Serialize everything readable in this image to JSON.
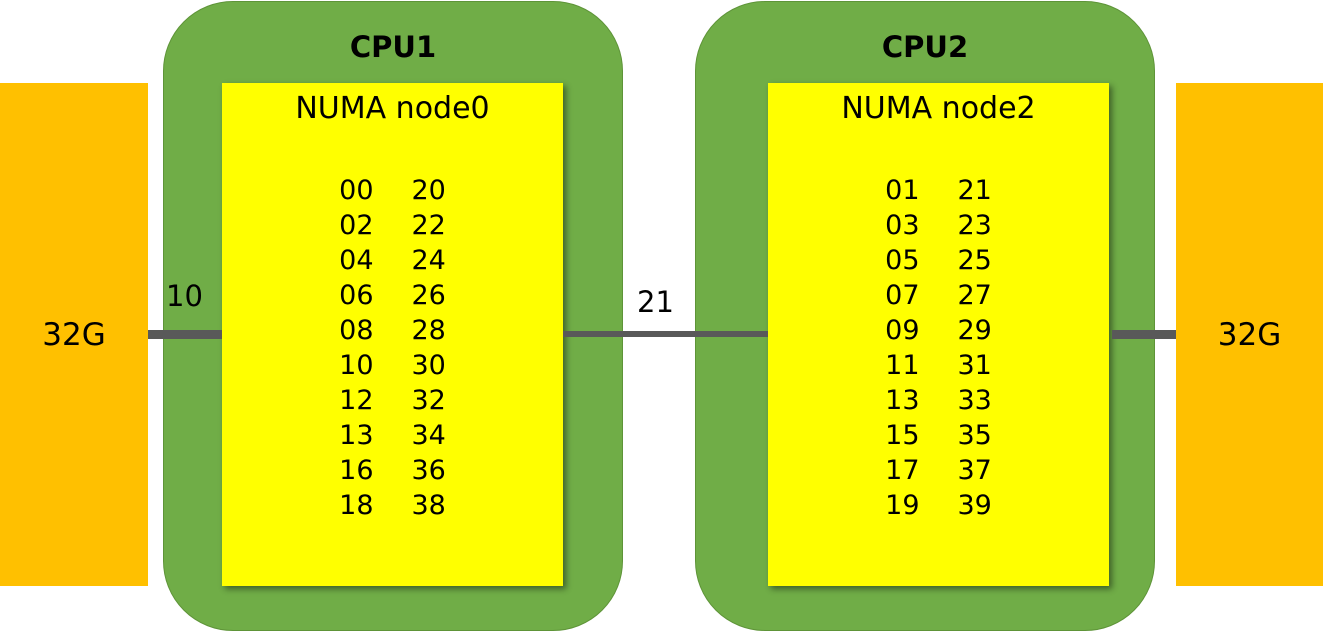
{
  "memory": {
    "left_label": "32G",
    "right_label": "32G"
  },
  "cpus": [
    {
      "title": "CPU1",
      "numa": {
        "title": "NUMA node0",
        "cores_col1": [
          "00",
          "02",
          "04",
          "06",
          "08",
          "10",
          "12",
          "13",
          "16",
          "18"
        ],
        "cores_col2": [
          "20",
          "22",
          "24",
          "26",
          "28",
          "30",
          "32",
          "34",
          "36",
          "38"
        ]
      }
    },
    {
      "title": "CPU2",
      "numa": {
        "title": "NUMA node2",
        "cores_col1": [
          "01",
          "03",
          "05",
          "07",
          "09",
          "11",
          "13",
          "15",
          "17",
          "19"
        ],
        "cores_col2": [
          "21",
          "23",
          "25",
          "27",
          "29",
          "31",
          "33",
          "35",
          "37",
          "39"
        ]
      }
    }
  ],
  "distances": {
    "local": "10",
    "remote": "21"
  },
  "colors": {
    "cpu": "#70ad47",
    "numa": "#ffff00",
    "memory": "#ffc000",
    "link": "#595959"
  }
}
